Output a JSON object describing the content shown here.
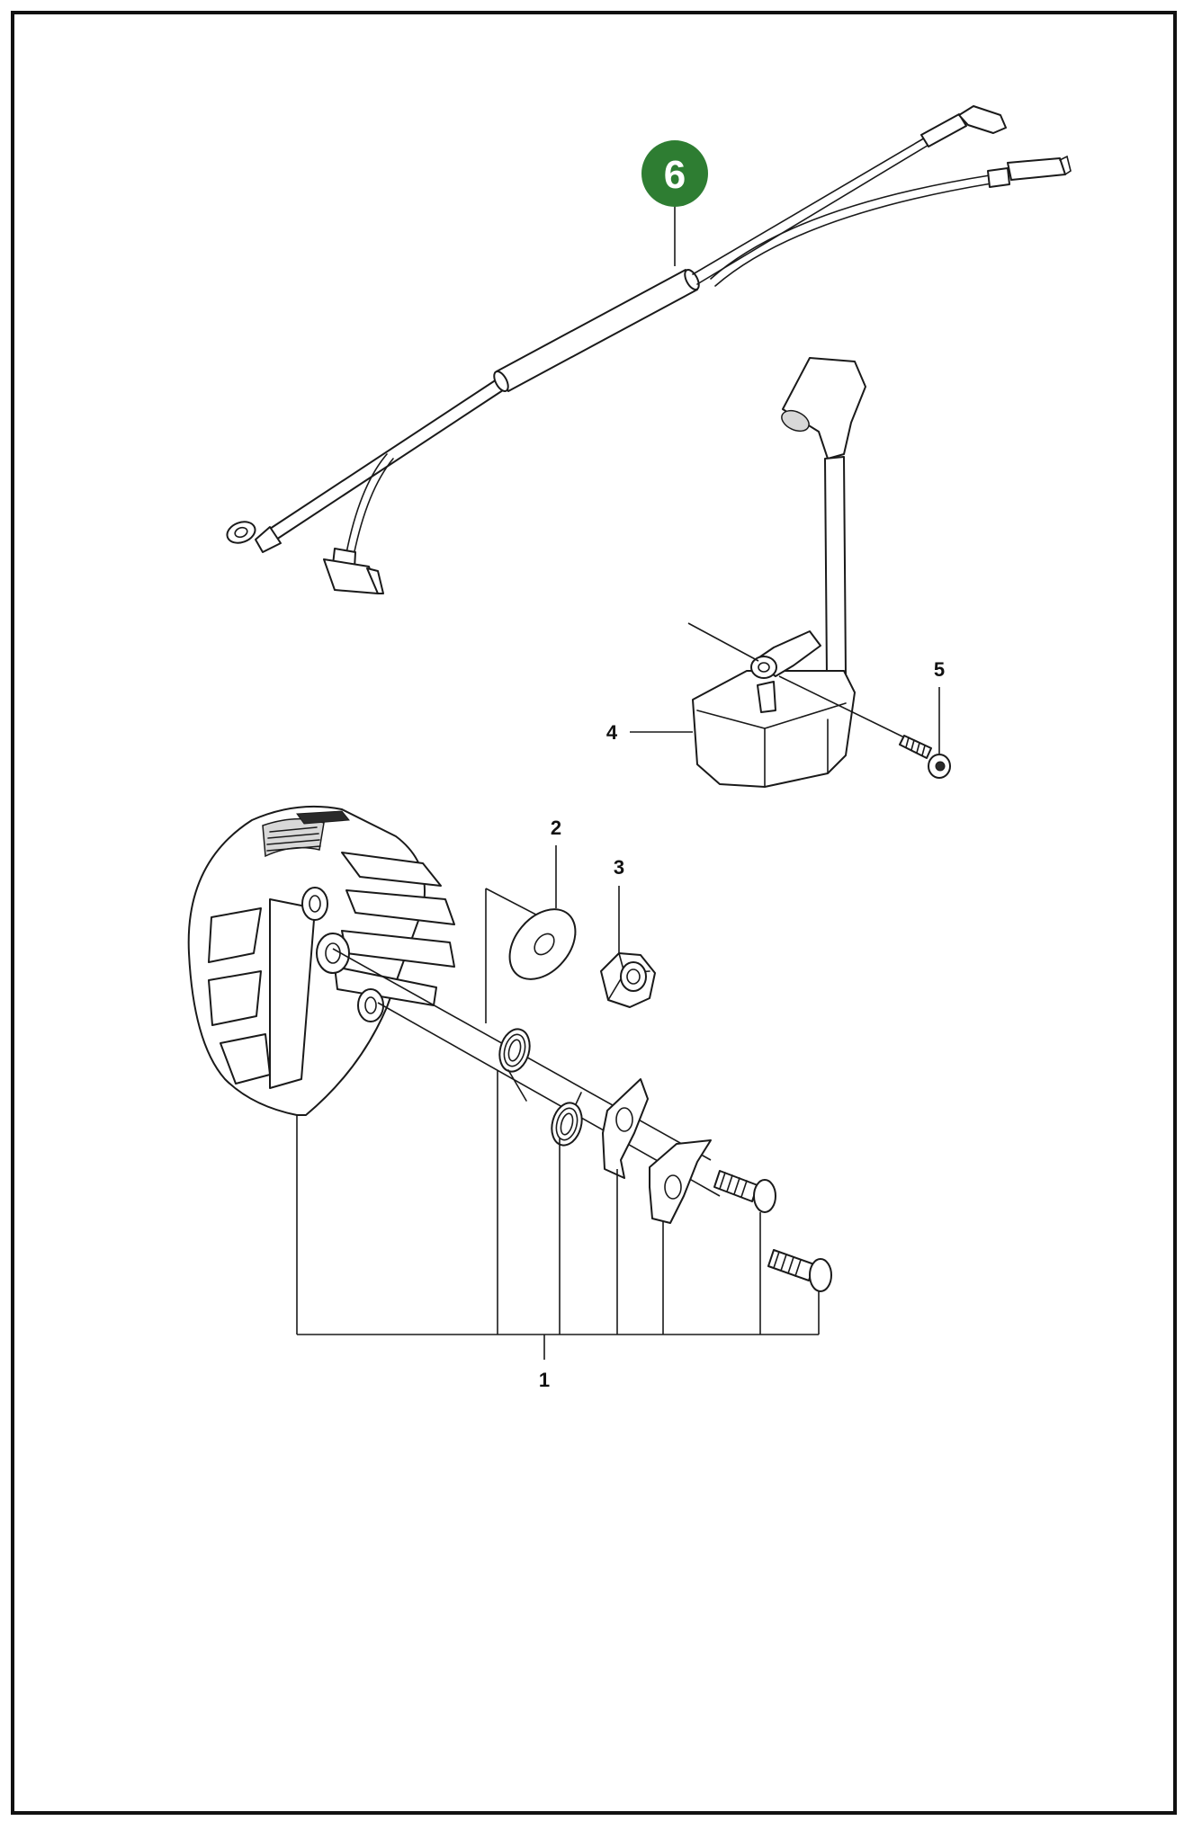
{
  "diagram": {
    "badge": {
      "label": "6",
      "color": "#2e7d32"
    },
    "callouts": [
      "1",
      "2",
      "3",
      "4",
      "5"
    ],
    "border_color": "#111111"
  }
}
